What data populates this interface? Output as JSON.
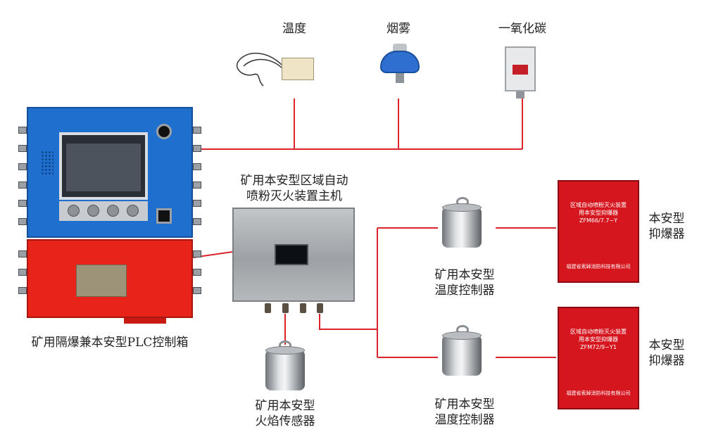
{
  "sensors": {
    "temperature": "温度",
    "smoke": "烟雾",
    "co": "一氧化碳"
  },
  "main_unit": {
    "line1": "矿用本安型区域自动",
    "line2": "喷粉灭火装置主机"
  },
  "plc": {
    "label": "矿用隔爆兼本安型PLC控制箱"
  },
  "controllers": {
    "top": {
      "line1": "矿用本安型",
      "line2": "温度控制器"
    },
    "bottom": {
      "line1": "矿用本安型",
      "line2": "温度控制器"
    }
  },
  "flame_sensor": {
    "line1": "矿用本安型",
    "line2": "火焰传感器"
  },
  "suppressors": {
    "top": {
      "box_line1": "区域自动喷粉灭火装置",
      "box_line2": "用本安型抑爆器",
      "model": "ZFM66/7.7~Y",
      "maker": "福建省索踔消防科技有限公司",
      "side_line1": "本安型",
      "side_line2": "抑爆器"
    },
    "bottom": {
      "box_line1": "区域自动喷粉灭火装置",
      "box_line2": "用本安型抑爆器",
      "model": "ZFM72/9~Y1",
      "maker": "福建省索踔消防科技有限公司",
      "side_line1": "本安型",
      "side_line2": "抑爆器"
    }
  },
  "colors": {
    "wire": "#d9242b",
    "plc_blue": "#1f6fce",
    "plc_red": "#e8231a",
    "suppressor_red": "#d6161e"
  }
}
